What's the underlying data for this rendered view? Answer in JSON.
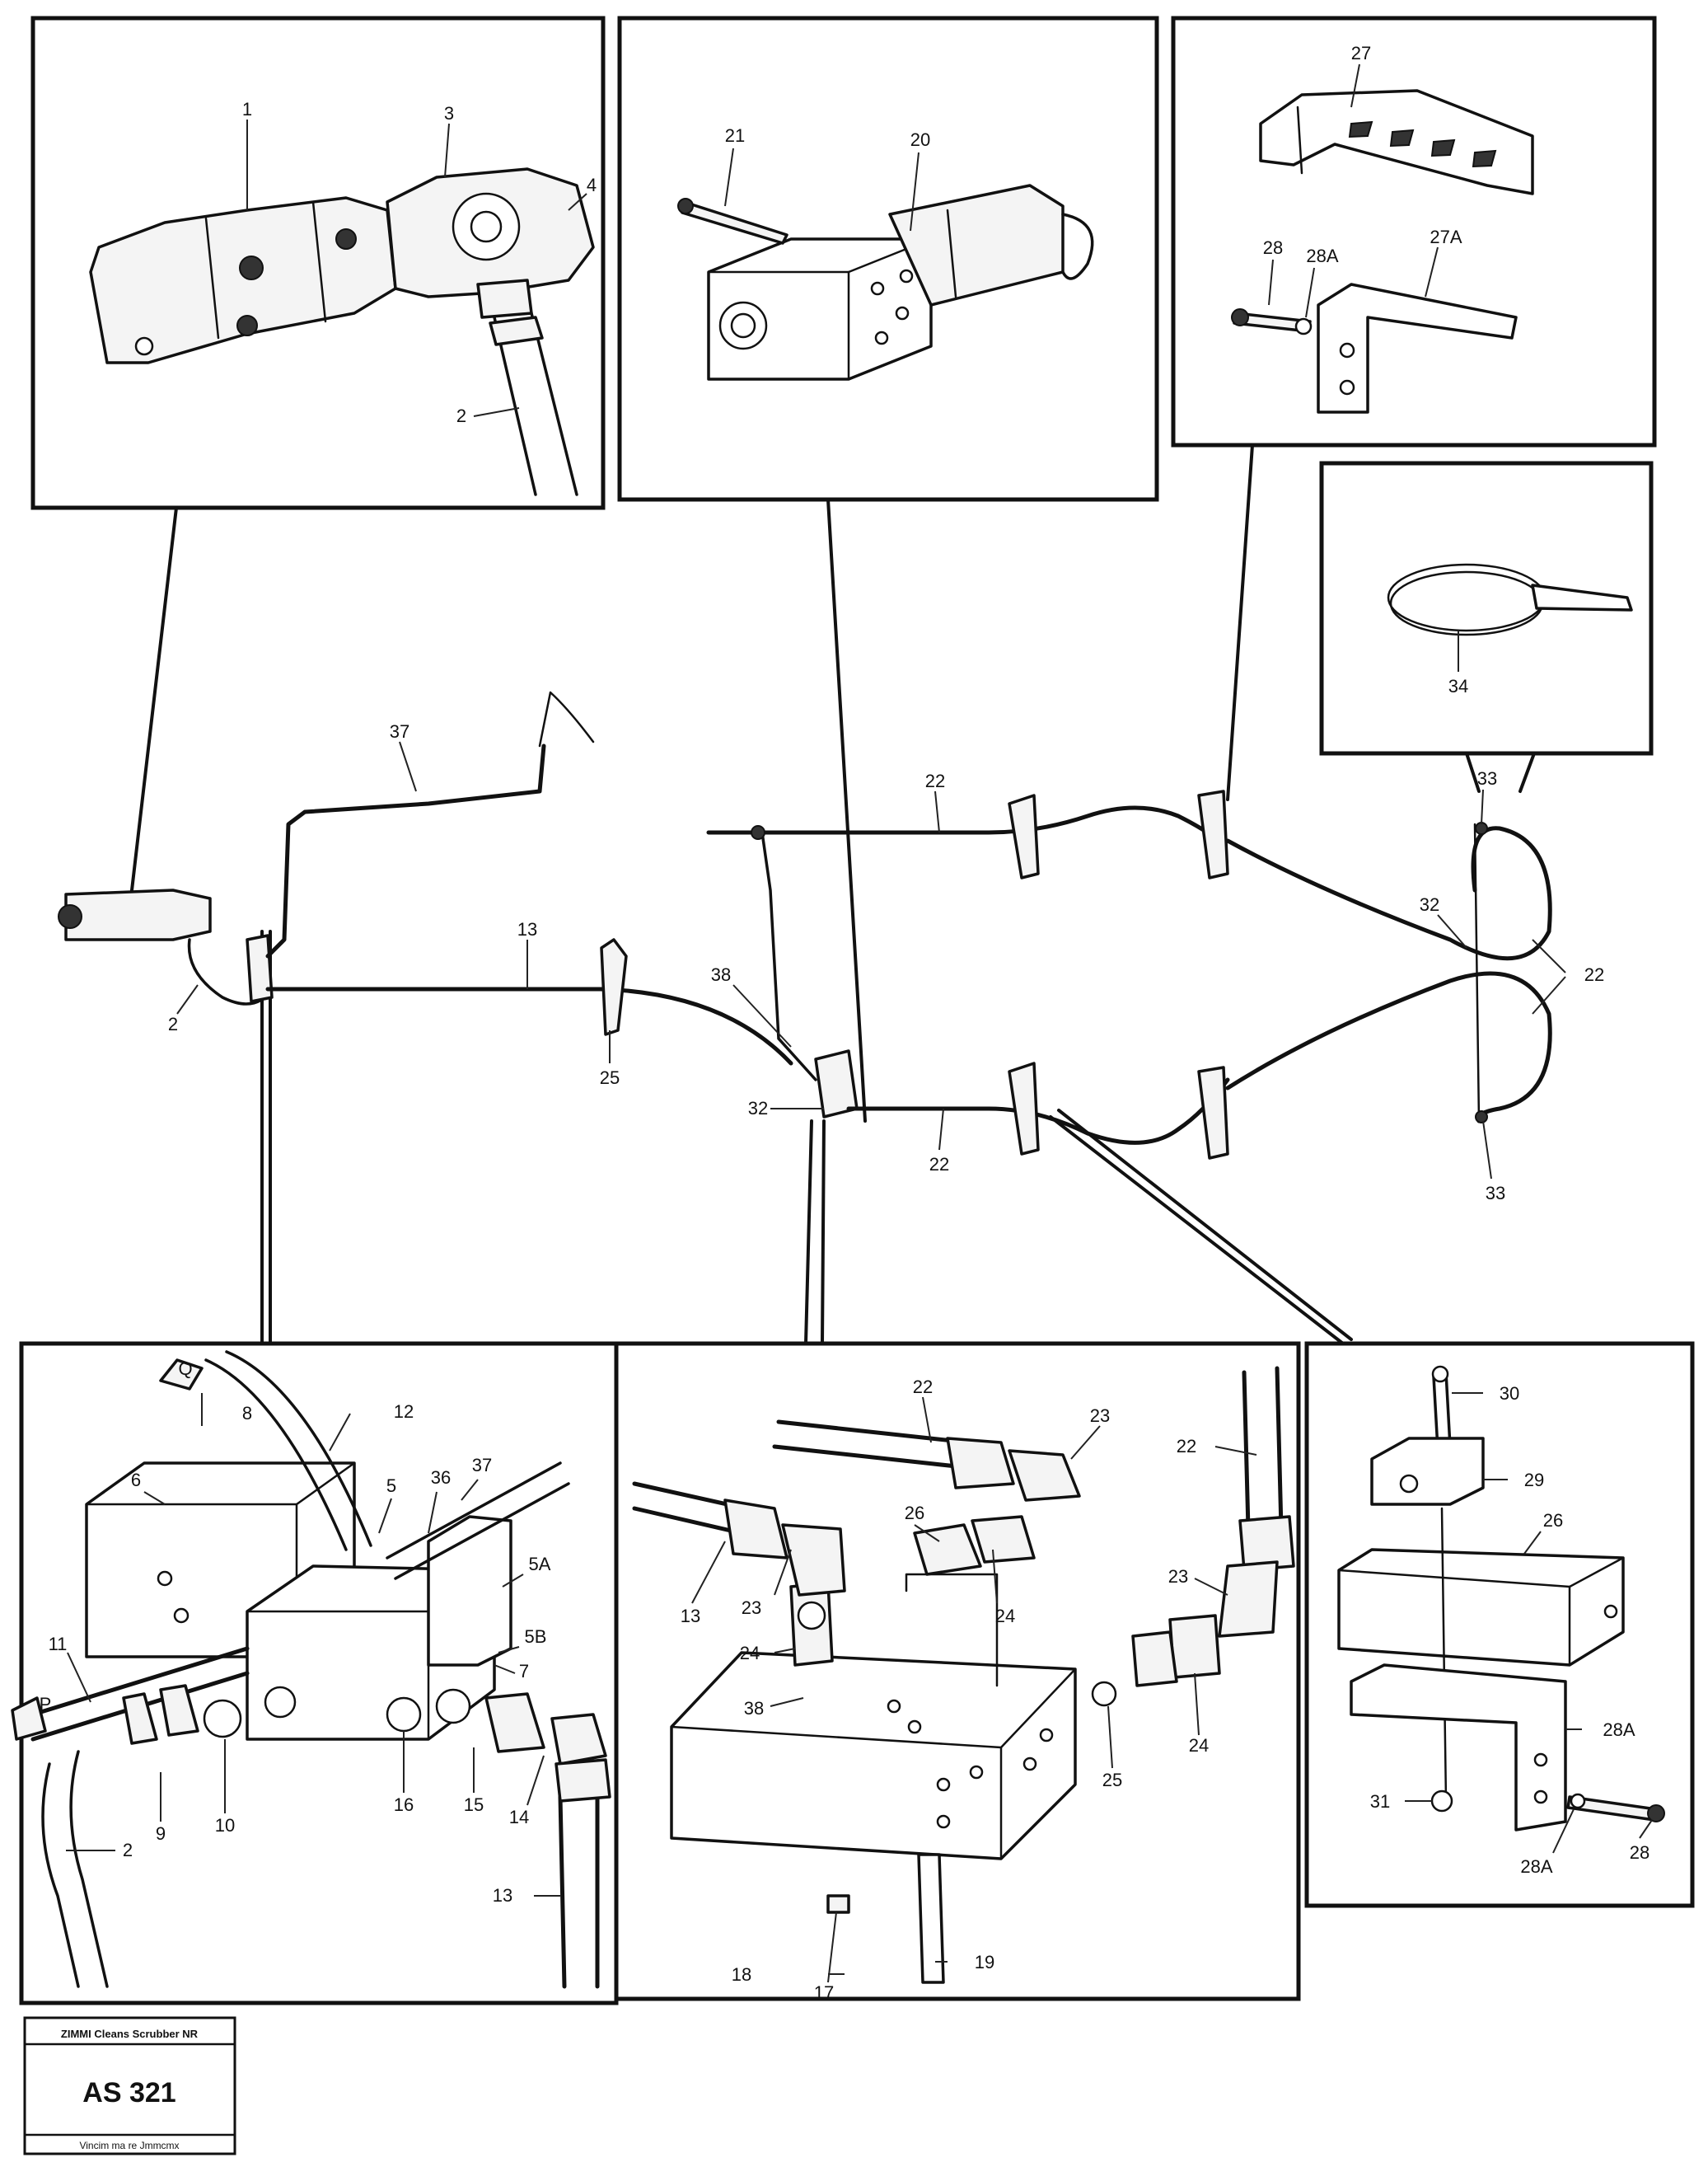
{
  "callouts": {
    "c1": "1",
    "c2_top": "2",
    "c3": "3",
    "c4": "4",
    "c20": "20",
    "c21": "21",
    "c27": "27",
    "c27A": "27A",
    "c28_top": "28",
    "c28A_top": "28A",
    "c34": "34",
    "c37_mid": "37",
    "c2_mid": "2",
    "c13_mid": "13",
    "c25_mid": "25",
    "c38_mid": "38",
    "c32_mid": "32",
    "c22_mid_top": "22",
    "c22_mid_bot": "22",
    "c33_top": "33",
    "c32_right": "32",
    "c22_right": "22",
    "c33_bot": "33",
    "cQ": "Q",
    "c12": "12",
    "c8": "8",
    "c6": "6",
    "c5": "5",
    "c36": "36",
    "c37_bl": "37",
    "c5A": "5A",
    "c5B": "5B",
    "c7": "7",
    "c11": "11",
    "cP": "P",
    "c2_bl": "2",
    "c9": "9",
    "c10": "10",
    "c16": "16",
    "c15": "15",
    "c14": "14",
    "c13_bl": "13",
    "c22_bc": "22",
    "c23_bc_top": "23",
    "c26": "26",
    "c24_bc": "24",
    "c13_bc": "13",
    "c23_bc_left": "23",
    "c24_bc_left": "24",
    "c38_bc": "38",
    "c22_bc_right": "22",
    "c23_bc_right": "23",
    "c24_bc_right": "24",
    "c25_bc": "25",
    "c17": "17",
    "c18": "18",
    "c19": "19",
    "c30": "30",
    "c29": "29",
    "c26_br": "26",
    "c28A_br_mid": "28A",
    "c31": "31",
    "c28A_br_bot": "28A",
    "c28_br": "28"
  },
  "stamp": {
    "header": "ZIMMI Cleans Scrubber NR",
    "code": "AS 321",
    "footer": "Vincim ma re Jmmcmx"
  }
}
